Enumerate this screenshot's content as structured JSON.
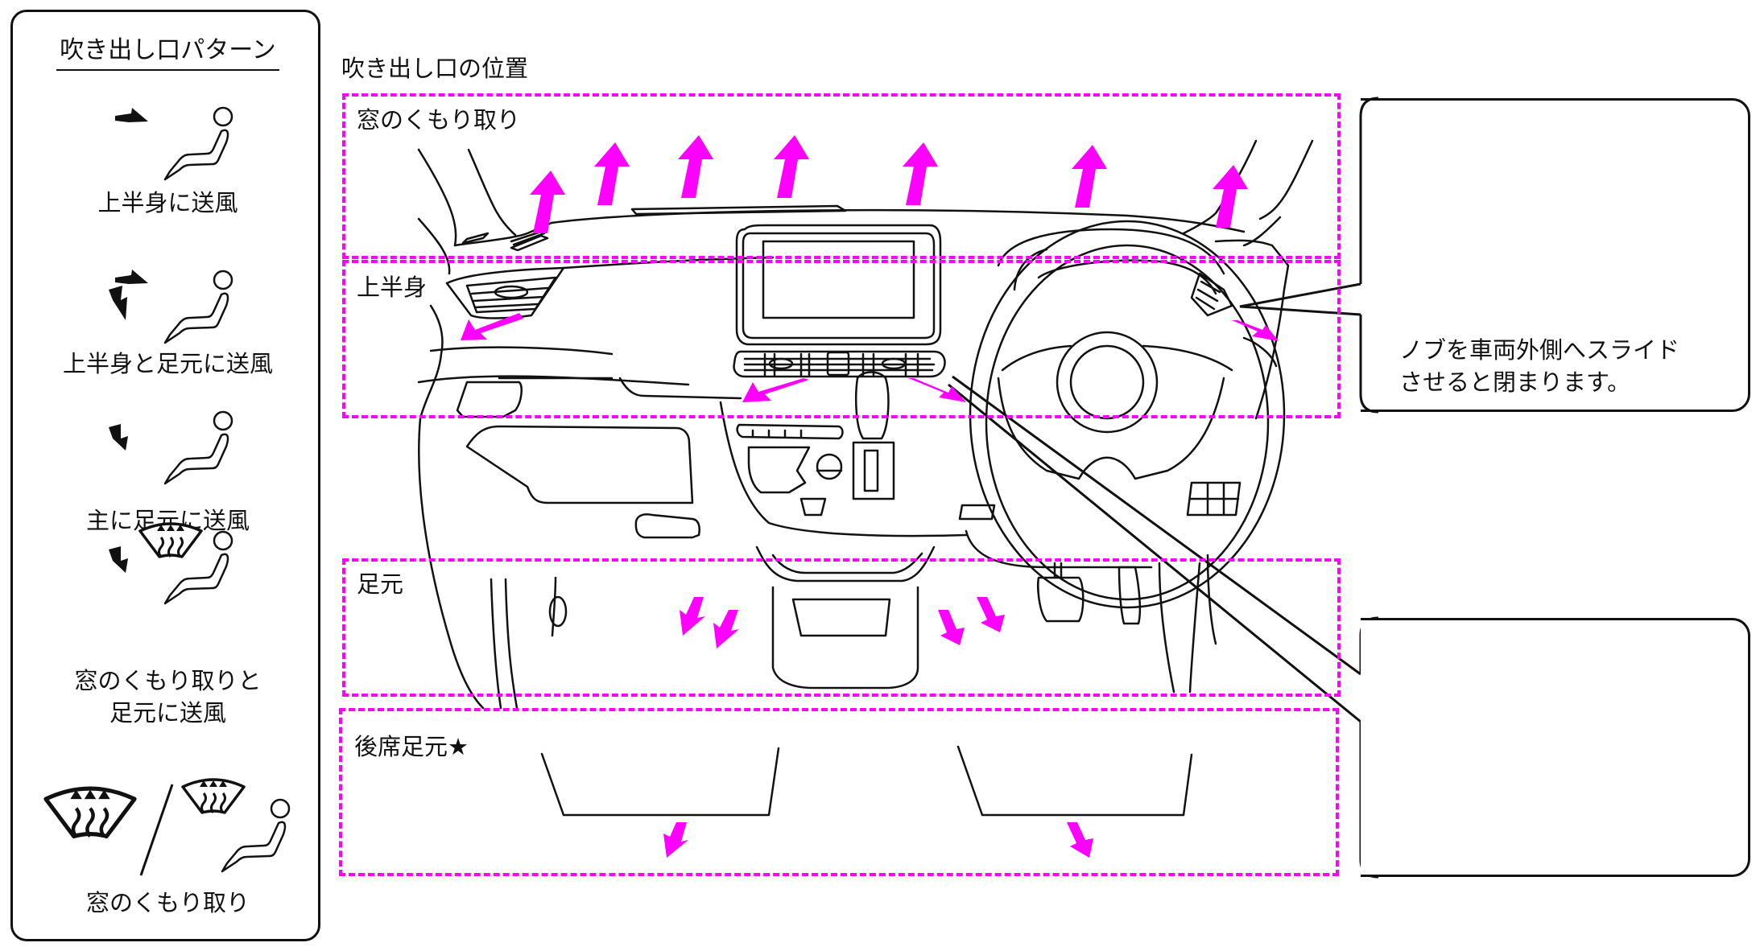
{
  "legend": {
    "title": "吹き出し口パターン",
    "patterns": [
      {
        "label": "上半身に送風",
        "icons": [
          "upper-airflow-arrow-icon",
          "seated-person-icon"
        ]
      },
      {
        "label": "上半身と足元に送風",
        "icons": [
          "upper-airflow-arrow-icon",
          "foot-airflow-arrow-icon",
          "seated-person-icon"
        ]
      },
      {
        "label": "主に足元に送風",
        "icons": [
          "foot-airflow-arrow-icon",
          "seated-person-icon"
        ]
      },
      {
        "label_line1": "窓のくもり取りと",
        "label_line2": "足元に送風",
        "icons": [
          "foot-airflow-arrow-icon",
          "defroster-icon",
          "seated-person-icon"
        ]
      },
      {
        "label": "窓のくもり取り",
        "icons": [
          "defroster-icon",
          "slash-separator",
          "defroster-icon",
          "seated-person-icon"
        ]
      }
    ]
  },
  "diagram": {
    "title": "吹き出し口の位置",
    "zones": [
      {
        "label": "窓のくもり取り"
      },
      {
        "label": "上半身"
      },
      {
        "label": "足元"
      },
      {
        "label": "後席足元★"
      }
    ],
    "upper_callout": {
      "text_line1": "ノブを車両外側へスライド",
      "text_line2": "させると閉まります。",
      "subject": "side-vent"
    },
    "lower_callout": {
      "subject": "center-vent"
    },
    "colors": {
      "airflow_arrow": "#ff00ff",
      "zone_border": "#ff00ff",
      "line_art": "#111111",
      "knob_fill": "#a8a8a8"
    }
  }
}
